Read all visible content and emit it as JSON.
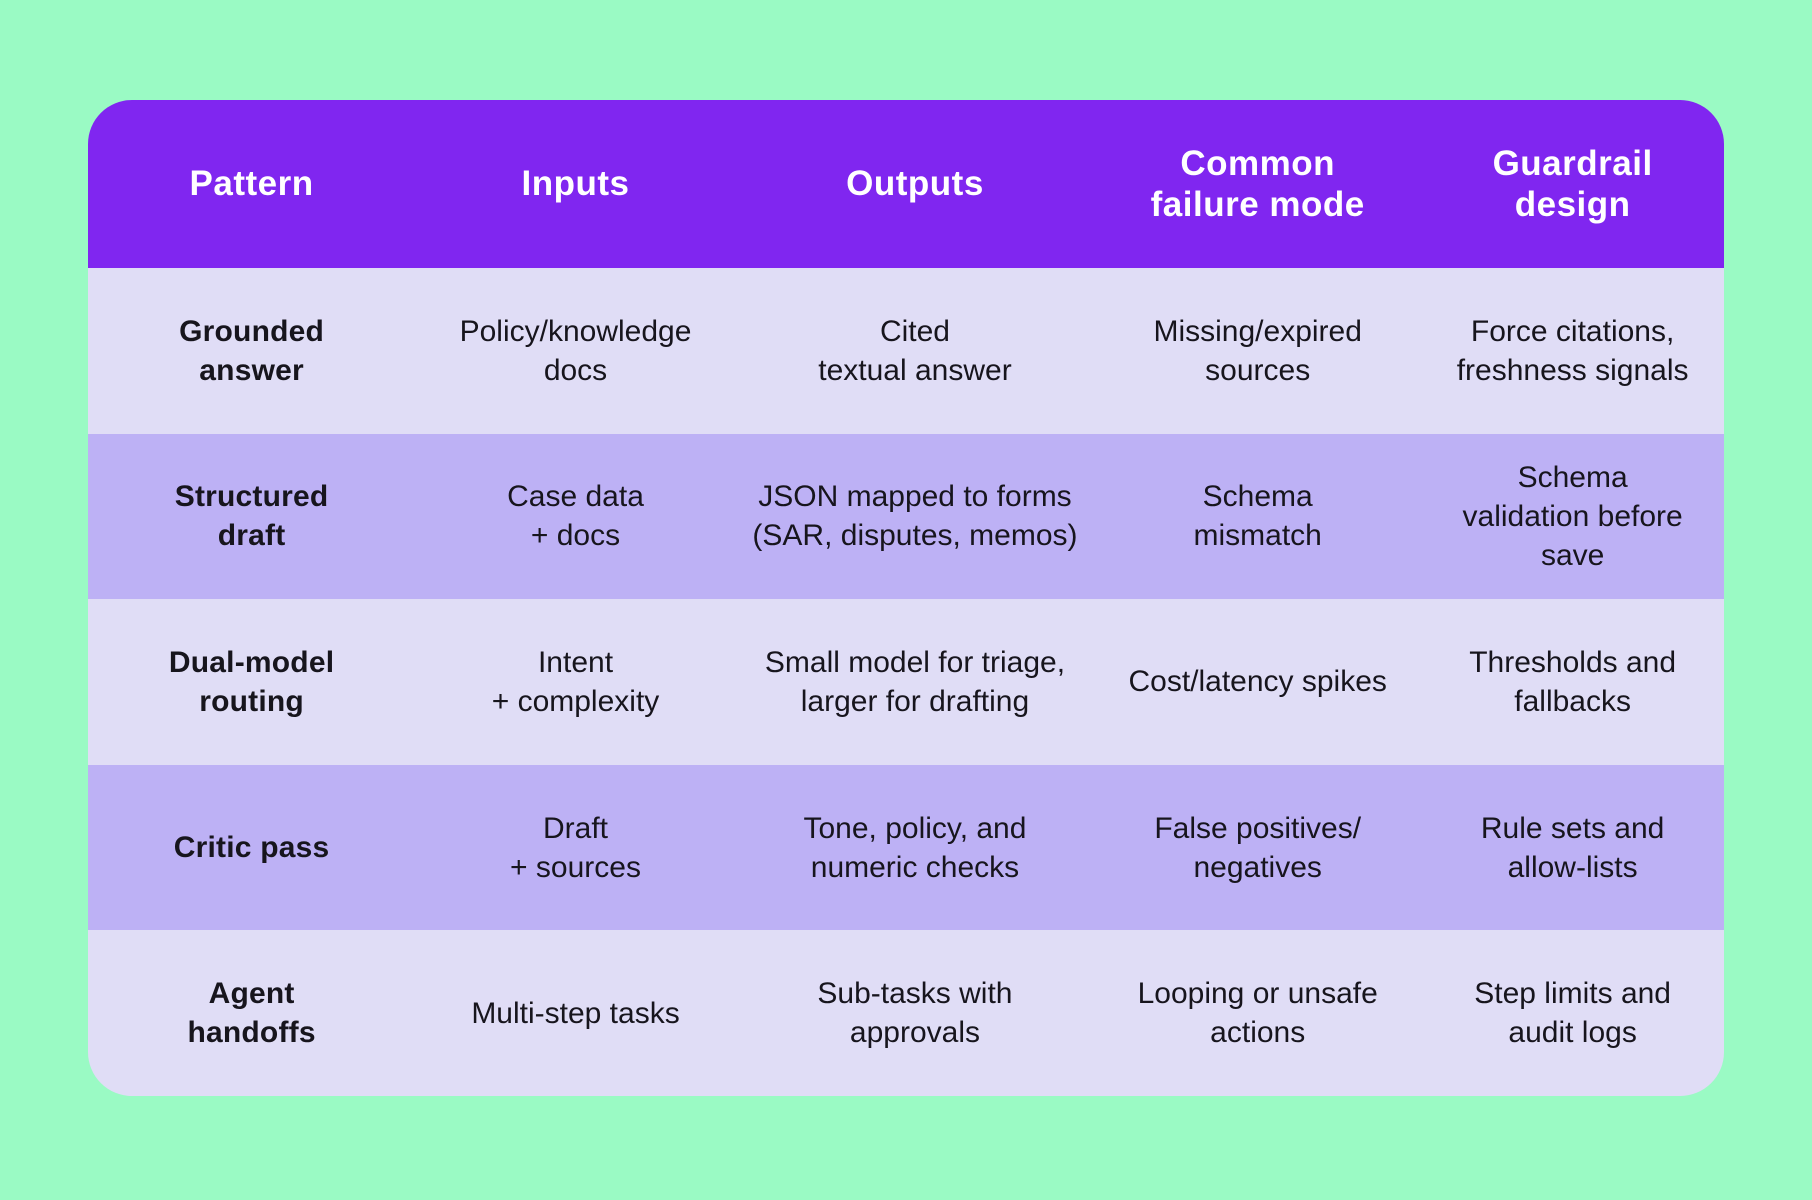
{
  "colors": {
    "page_background": "#9AFAC4",
    "header_background": "#8026F0",
    "header_text": "#FFFFFF",
    "row_light": "#E0DDF6",
    "row_dark": "#BDB1F5",
    "body_text": "#17151D"
  },
  "chart_data": {
    "type": "table",
    "columns": [
      "Pattern",
      "Inputs",
      "Outputs",
      "Common\nfailure mode",
      "Guardrail\ndesign"
    ],
    "rows": [
      {
        "pattern": "Grounded\nanswer",
        "inputs": "Policy/knowledge\ndocs",
        "outputs": "Cited\ntextual answer",
        "failure": "Missing/expired\nsources",
        "guardrail": "Force citations,\nfreshness signals"
      },
      {
        "pattern": "Structured\ndraft",
        "inputs": "Case data\n+ docs",
        "outputs": "JSON mapped to forms\n(SAR, disputes, memos)",
        "failure": "Schema\nmismatch",
        "guardrail": "Schema\nvalidation before\nsave"
      },
      {
        "pattern": "Dual-model\nrouting",
        "inputs": "Intent\n+ complexity",
        "outputs": "Small model for triage,\nlarger for drafting",
        "failure": "Cost/latency spikes",
        "guardrail": "Thresholds and\nfallbacks"
      },
      {
        "pattern": "Critic pass",
        "inputs": "Draft\n+ sources",
        "outputs": "Tone, policy, and\nnumeric checks",
        "failure": "False positives/\nnegatives",
        "guardrail": "Rule sets and\nallow-lists"
      },
      {
        "pattern": "Agent\nhandoffs",
        "inputs": "Multi-step tasks",
        "outputs": "Sub-tasks with\napprovals",
        "failure": "Looping or unsafe\nactions",
        "guardrail": "Step limits and\naudit logs"
      }
    ]
  }
}
